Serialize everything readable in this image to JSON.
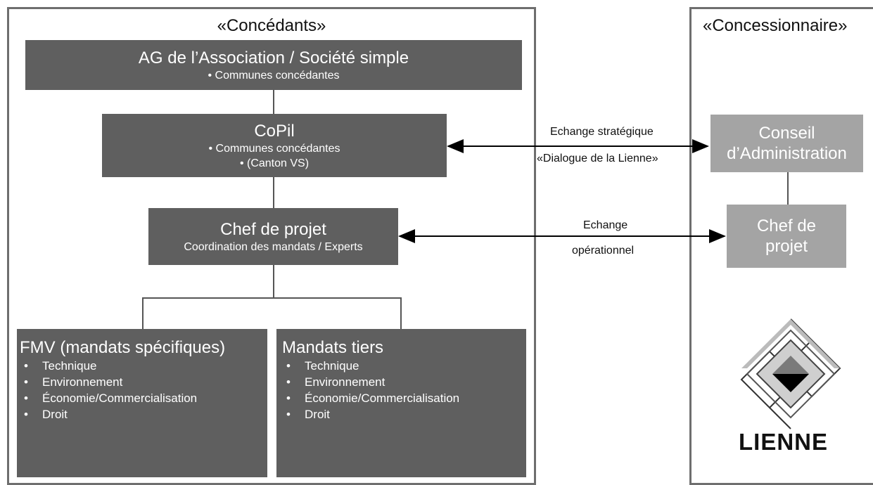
{
  "panels": {
    "left_title": "«Concédants»",
    "right_title": "«Concessionnaire»"
  },
  "ag_box": {
    "title": "AG de l’Association / Société simple",
    "bullets": [
      "Communes concédantes"
    ]
  },
  "copil_box": {
    "title": "CoPil",
    "bullets": [
      "Communes concédantes",
      "(Canton VS)"
    ]
  },
  "chef_left": {
    "title": "Chef de projet",
    "subtitle": "Coordination des mandats / Experts"
  },
  "fmv_box": {
    "title": "FMV (mandats spécifiques)",
    "items": [
      "Technique",
      "Environnement",
      "Économie/Commercialisation",
      "Droit"
    ]
  },
  "tiers_box": {
    "title": "Mandats tiers",
    "items": [
      "Technique",
      "Environnement",
      "Économie/Commercialisation",
      "Droit"
    ]
  },
  "conseil_box": {
    "line1": "Conseil",
    "line2": "d’Administration"
  },
  "chef_right": {
    "line1": "Chef de",
    "line2": "projet"
  },
  "arrows": {
    "strategic_line1": "Echange stratégique",
    "strategic_line2": "«Dialogue de la Lienne»",
    "operational_line1": "Echange",
    "operational_line2": "opérationnel"
  },
  "logo": {
    "text": "LIENNE"
  },
  "colors": {
    "dark_box": "#5f5f5f",
    "light_box": "#a4a4a4",
    "panel_border": "#6e6e6e"
  }
}
